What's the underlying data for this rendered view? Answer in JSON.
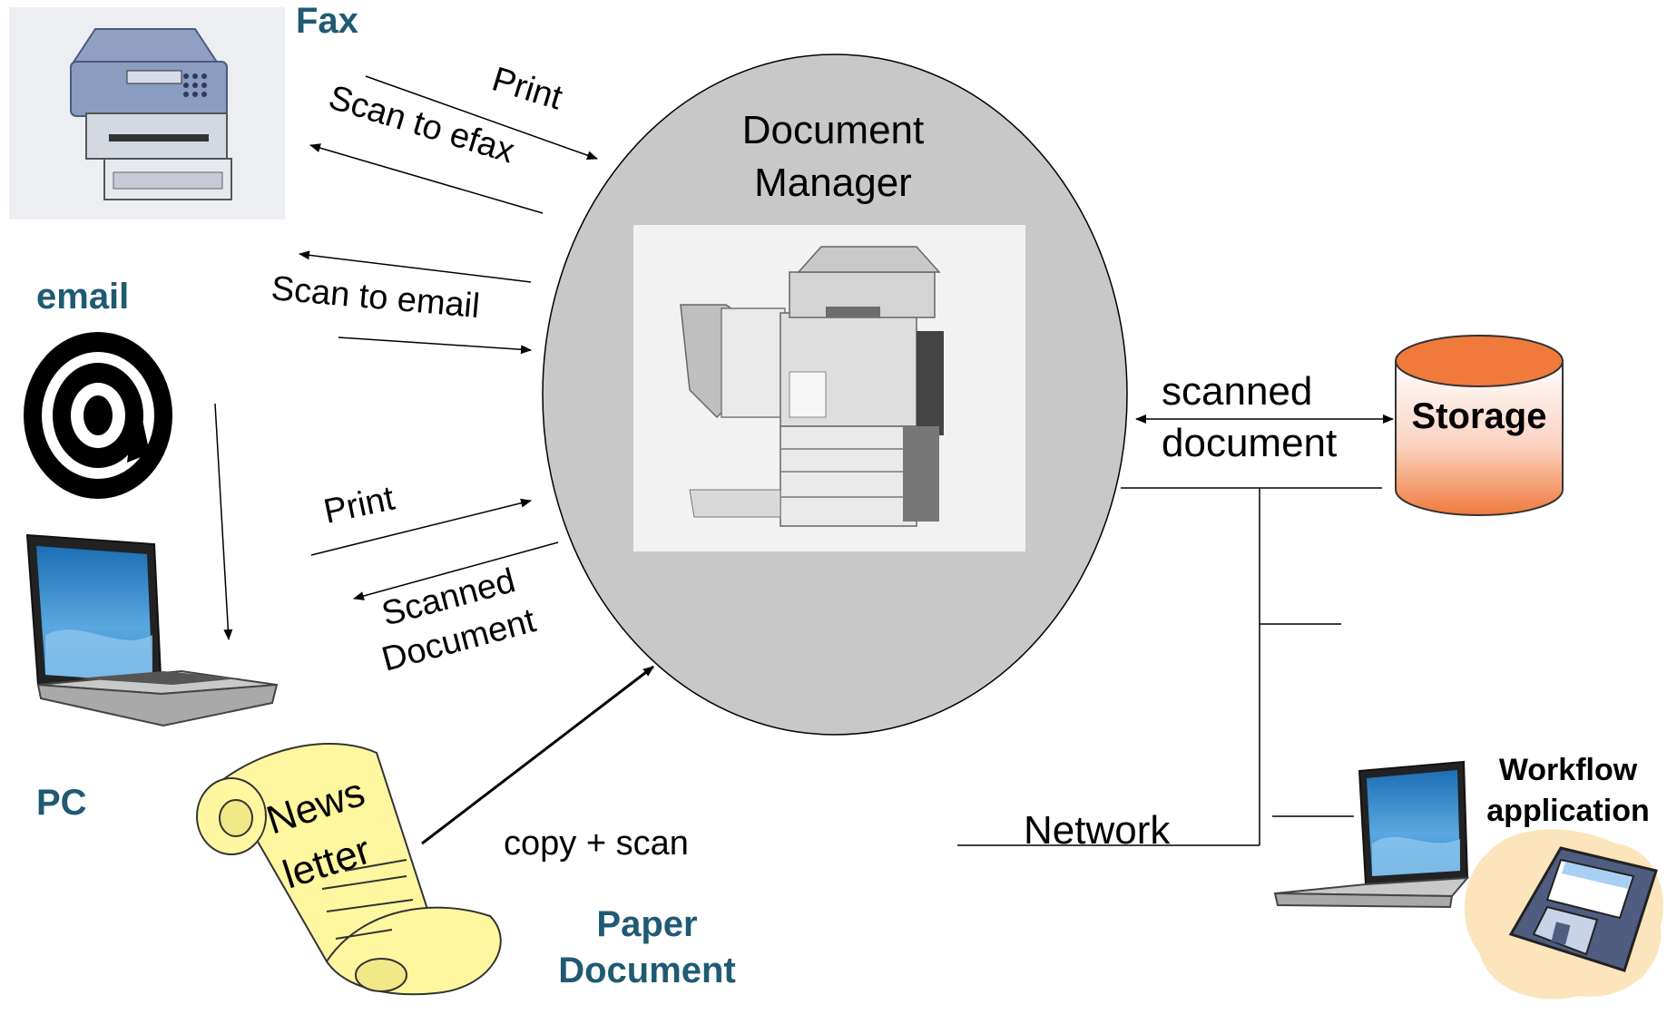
{
  "colors": {
    "label_blue": "#1f5a73",
    "ellipse_fill": "#c8c8c8",
    "storage_top": "#f07a3c",
    "storage_body": "#ffffff",
    "scroll_fill": "#fff7a0",
    "screen_blue": "#2e86c8"
  },
  "nodes": {
    "fax": {
      "label": "Fax",
      "icon": "fax-machine-icon"
    },
    "email": {
      "label": "email",
      "icon": "at-sign-icon"
    },
    "pc": {
      "label": "PC",
      "icon": "laptop-icon"
    },
    "document_manager": {
      "line1": "Document",
      "line2": "Manager",
      "icon": "multifunction-copier-icon"
    },
    "storage": {
      "label": "Storage",
      "icon": "database-cylinder-icon"
    },
    "paper_document": {
      "line1": "Paper",
      "line2": "Document",
      "icon": "newsletter-scroll-icon",
      "scroll_line1": "News",
      "scroll_line2": "letter"
    },
    "workflow": {
      "line1": "Workflow",
      "line2": "application",
      "icon": "floppy-disk-icon",
      "icon2": "laptop-icon"
    }
  },
  "edges": {
    "fax_print": "Print",
    "fax_scan": "Scan to efax",
    "email_scan": "Scan to email",
    "pc_print": "Print",
    "pc_scanned_line1": "Scanned",
    "pc_scanned_line2": "Document",
    "storage_line1": "scanned",
    "storage_line2": "document",
    "copy_scan": "copy + scan",
    "network": "Network"
  }
}
